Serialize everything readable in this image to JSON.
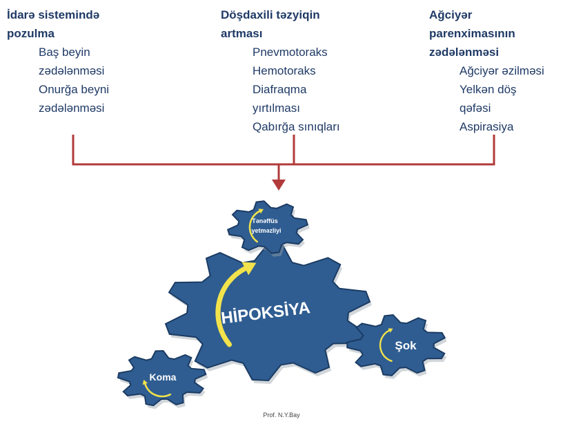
{
  "causes": [
    {
      "title_lines": [
        "İdarə sistemində",
        "pozulma"
      ],
      "items": [
        "Baş beyin",
        "zədələnməsi",
        "Onurğa beyni",
        "zədələnməsi"
      ]
    },
    {
      "title_lines": [
        "Döşdaxili təzyiqin",
        "artması"
      ],
      "items": [
        "Pnevmotoraks",
        "Hemotoraks",
        "Diafraqma",
        "yırtılması",
        "Qabırğa sınıqları"
      ]
    },
    {
      "title_lines": [
        "Ağciyər",
        "parenximasının",
        "zədələnməsi"
      ],
      "items": [
        "Ağciyər əzilməsi",
        "Yelkən döş",
        "qəfəsi",
        "Aspirasiya"
      ]
    }
  ],
  "gears": {
    "center": "HİPOKSİYA",
    "top_lines": [
      "Tənəffüs",
      "yetməzliyi"
    ],
    "right": "Şok",
    "left": "Koma"
  },
  "credit": "Prof. N.Y.Bay",
  "colors": {
    "text": "#1f3a66",
    "connector": "#b23a3a",
    "gear_fill": "#2f5d91",
    "gear_stroke": "#1b3b63",
    "arrow": "#f2e24b"
  }
}
